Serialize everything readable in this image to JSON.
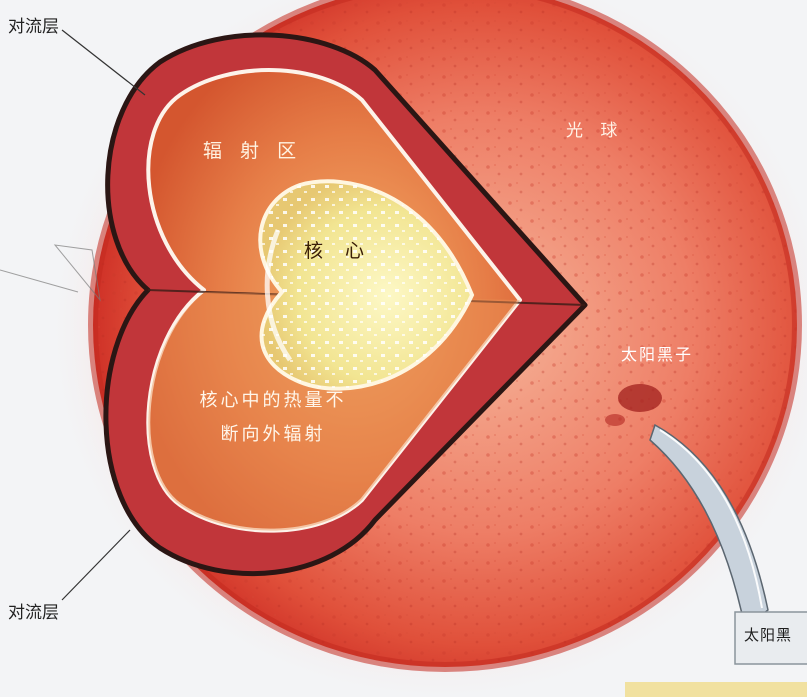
{
  "diagram": {
    "labels": {
      "convection_top": "对流层",
      "convection_bottom": "对流层",
      "radiation_zone": "辐 射 区",
      "core": "核 心",
      "heat_text": [
        "核心中的热量不",
        "断向外辐射"
      ],
      "photosphere": "光 球",
      "sunspot": "太阳黑子",
      "sunspot_partial": "太阳黑"
    },
    "colors": {
      "background": "#f3f4f6",
      "photosphere": "#e8563f",
      "convection_zone": "#c1363a",
      "radiation_zone": "#e58048",
      "core": "#f4ea9a",
      "outline": "#2b1614",
      "inner_border": "#fdf3ea"
    }
  }
}
